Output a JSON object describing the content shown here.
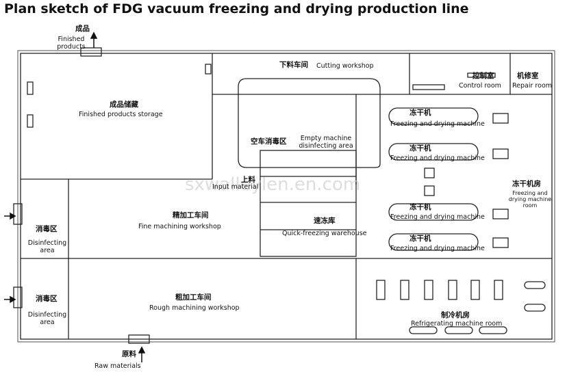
{
  "title": "Plan sketch of FDG vacuum freezing and drying production line",
  "watermark": "sxwalleylen.en.com",
  "labels": {
    "finished_zh": "成品",
    "finished_en": "Finished products",
    "storage_zh": "成品储藏",
    "storage_en": "Finished products storage",
    "cutting_zh": "下料车间",
    "cutting_en": "Cutting workshop",
    "control_zh": "控制室",
    "control_en": "Control room",
    "repair_zh": "机修室",
    "repair_en": "Repair room",
    "empty_zh": "空车消毒区",
    "empty_en": "Empty machine disinfecting area",
    "input_zh": "上料",
    "input_en": "Input material",
    "freezer1_zh": "冻干机",
    "freezer1_en": "Freezing and drying machine",
    "freezer2_zh": "冻干机",
    "freezer2_en": "Freezing and drying machine",
    "freezer3_zh": "冻干机",
    "freezer3_en": "Freezing and drying machine",
    "freezer4_zh": "冻干机",
    "freezer4_en": "Freezing and drying machine",
    "fdroom_zh": "冻干机房",
    "fdroom_en": "Freezing and drying machine room",
    "disinfect1_zh": "消毒区",
    "disinfect1_en": "Disinfecting area",
    "fine_zh": "精加工车间",
    "fine_en": "Fine machining workshop",
    "quick_zh": "速冻库",
    "quick_en": "Quick-freezing warehouse",
    "disinfect2_zh": "消毒区",
    "disinfect2_en": "Disinfecting area",
    "rough_zh": "粗加工车间",
    "rough_en": "Rough machining workshop",
    "refrig_zh": "制冷机房",
    "refrig_en": "Refrigerating machine room",
    "raw_zh": "原料",
    "raw_en": "Raw materials"
  }
}
